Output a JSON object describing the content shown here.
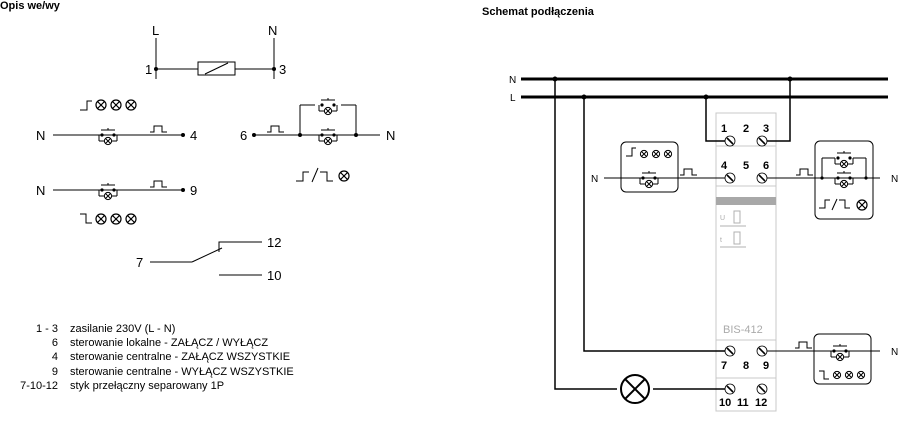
{
  "left_panel": {
    "title": "Opis we/wy",
    "supply": {
      "line_label": "L",
      "neutral_label": "N",
      "terminal_left": "1",
      "terminal_right": "3"
    },
    "central_on": {
      "neutral": "N",
      "terminal": "4",
      "function_symbol": "ON ⊗⊗⊗"
    },
    "central_off": {
      "neutral": "N",
      "terminal": "9",
      "function_symbol": "OFF ⊗⊗⊗"
    },
    "local": {
      "terminal": "6",
      "neutral": "N",
      "function_symbol": "ON/OFF ⊗"
    },
    "contact": {
      "common": "7",
      "no": "12",
      "nc": "10"
    },
    "legend": [
      {
        "key": "1 - 3",
        "text": "zasilanie 230V (L - N)"
      },
      {
        "key": "6",
        "text": "sterowanie lokalne - ZAŁĄCZ / WYŁĄCZ"
      },
      {
        "key": "4",
        "text": "sterowanie centralne - ZAŁĄCZ WSZYSTKIE"
      },
      {
        "key": "9",
        "text": "sterowanie centralne - WYŁĄCZ WSZYSTKIE"
      },
      {
        "key": "7-10-12",
        "text": "styk przełączny separowany 1P"
      }
    ]
  },
  "right_panel": {
    "title": "Schemat podłączenia",
    "bus_n": "N",
    "bus_l": "L",
    "device_model": "BIS-412",
    "terminals_top_row1": [
      "1",
      "2",
      "3"
    ],
    "terminals_top_row2": [
      "4",
      "5",
      "6"
    ],
    "terminals_bottom_row1": [
      "7",
      "8",
      "9"
    ],
    "terminals_bottom_row2": [
      "10",
      "11",
      "12"
    ],
    "switch_on_neutral": "N",
    "switch_local_neutral": "N",
    "switch_off_neutral": "N",
    "device_label_u": "U",
    "device_label_t": "t"
  }
}
